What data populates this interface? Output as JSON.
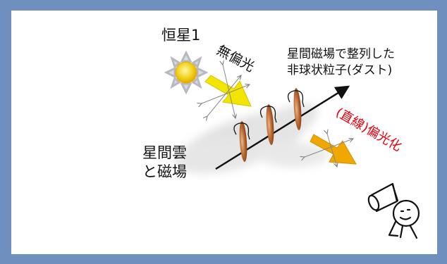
{
  "labels": {
    "star": "恒星1",
    "unpolarized": "無偏光",
    "aligned_line1": "星間磁場で整列した",
    "aligned_line2": "非球状粒子(ダスト)",
    "polarized": "(直線)偏光化",
    "cloud_line1": "星間雲",
    "cloud_line2": "と磁場"
  },
  "colors": {
    "frame": "#6f8fbf",
    "panel": "#ffffff",
    "sun": "#f3d21b",
    "sun_rays": "#b8b8c0",
    "arrow_in": "#f2e600",
    "arrow_out": "#f0a800",
    "grain": "#b5622c",
    "field_line": "#111111",
    "polarized_text": "#e8000b"
  },
  "icons": {
    "star": "sun-icon",
    "observer": "telescope-stick-figure-icon"
  }
}
